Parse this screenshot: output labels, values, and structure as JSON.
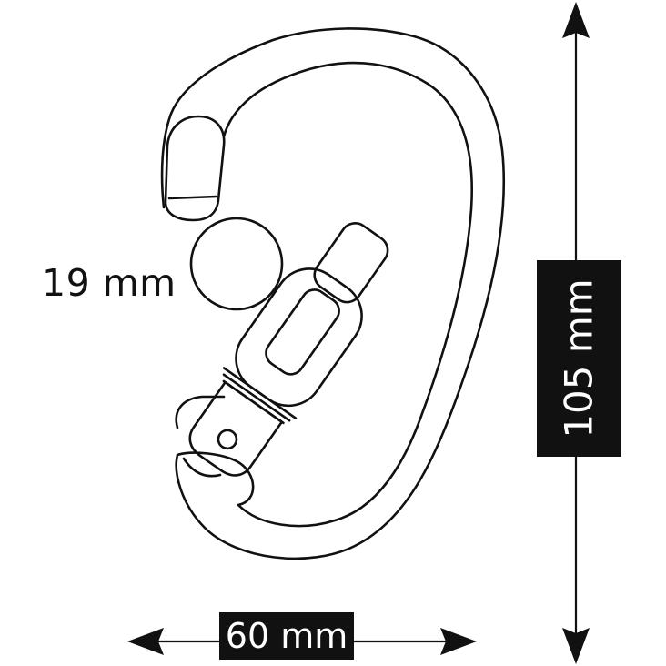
{
  "diagram": {
    "subject": "carabiner",
    "dimensions": {
      "gate_opening": "19 mm",
      "width": "60 mm",
      "height": "105 mm"
    },
    "colors": {
      "line": "#111111",
      "background": "#ffffff",
      "label_box": "#111111",
      "label_box_text": "#ffffff"
    }
  }
}
